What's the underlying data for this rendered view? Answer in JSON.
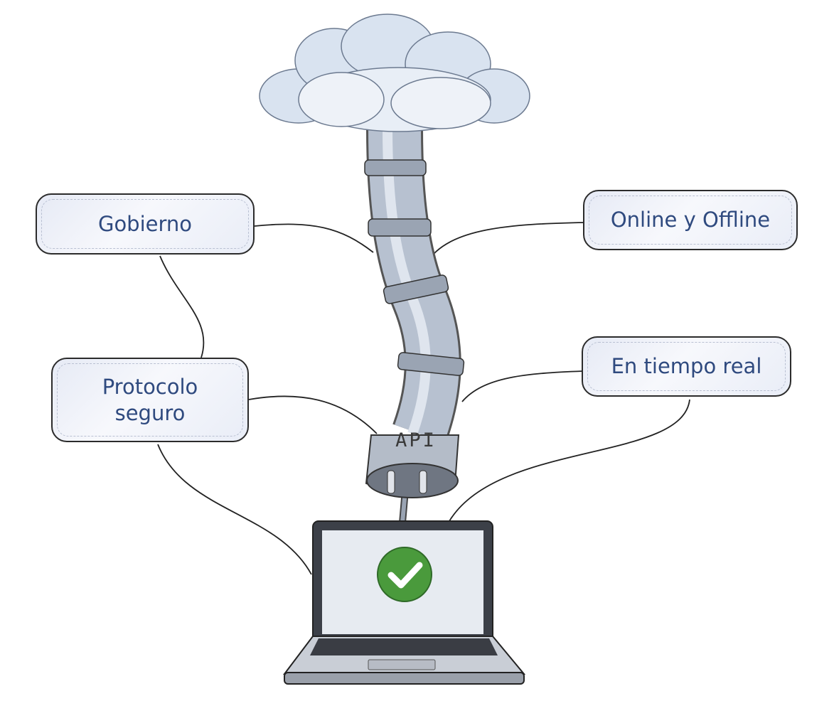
{
  "nodes": {
    "gobierno": "Gobierno",
    "online_offline": "Online y Offline",
    "protocolo_line1": "Protocolo",
    "protocolo_line2": "seguro",
    "tiempo_real": "En tiempo real"
  },
  "connector_label": "API",
  "icons": [
    "cloud-icon",
    "pipe-icon",
    "plug-icon",
    "laptop-icon",
    "check-icon"
  ],
  "colors": {
    "text": "#2f4a7f",
    "check": "#4a9a3c",
    "cloud": "#c9d6e8",
    "pipe": "#aab4c4"
  }
}
